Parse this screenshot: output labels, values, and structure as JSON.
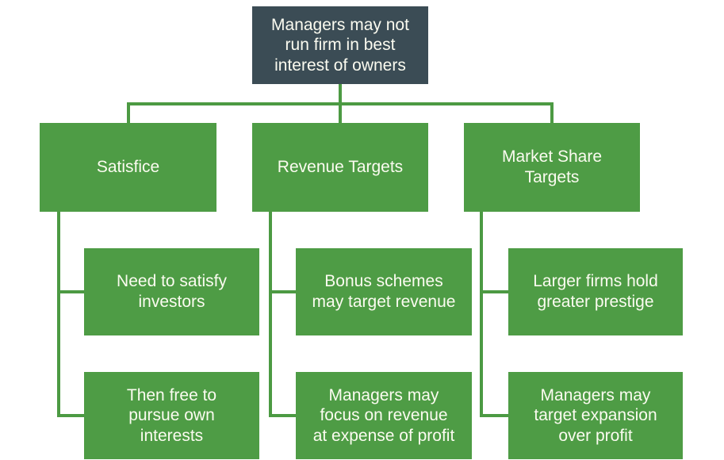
{
  "diagram": {
    "type": "hierarchy-chart",
    "colors": {
      "root_box": "#3b4c55",
      "branch_box": "#4e9c45",
      "connector_line": "#4c9a43",
      "text": "#fbfbf0",
      "background": "#ffffff"
    },
    "root": {
      "label": "Managers may not\nrun firm in best\ninterest of owners"
    },
    "branches": [
      {
        "label": "Satisfice",
        "children": [
          "Need to satisfy\ninvestors",
          "Then free to\npursue own\ninterests"
        ]
      },
      {
        "label": "Revenue Targets",
        "children": [
          "Bonus schemes\nmay target revenue",
          "Managers may\nfocus on revenue\nat expense of profit"
        ]
      },
      {
        "label": "Market Share\nTargets",
        "children": [
          "Larger firms hold\ngreater prestige",
          "Managers may\ntarget expansion\nover profit"
        ]
      }
    ]
  }
}
